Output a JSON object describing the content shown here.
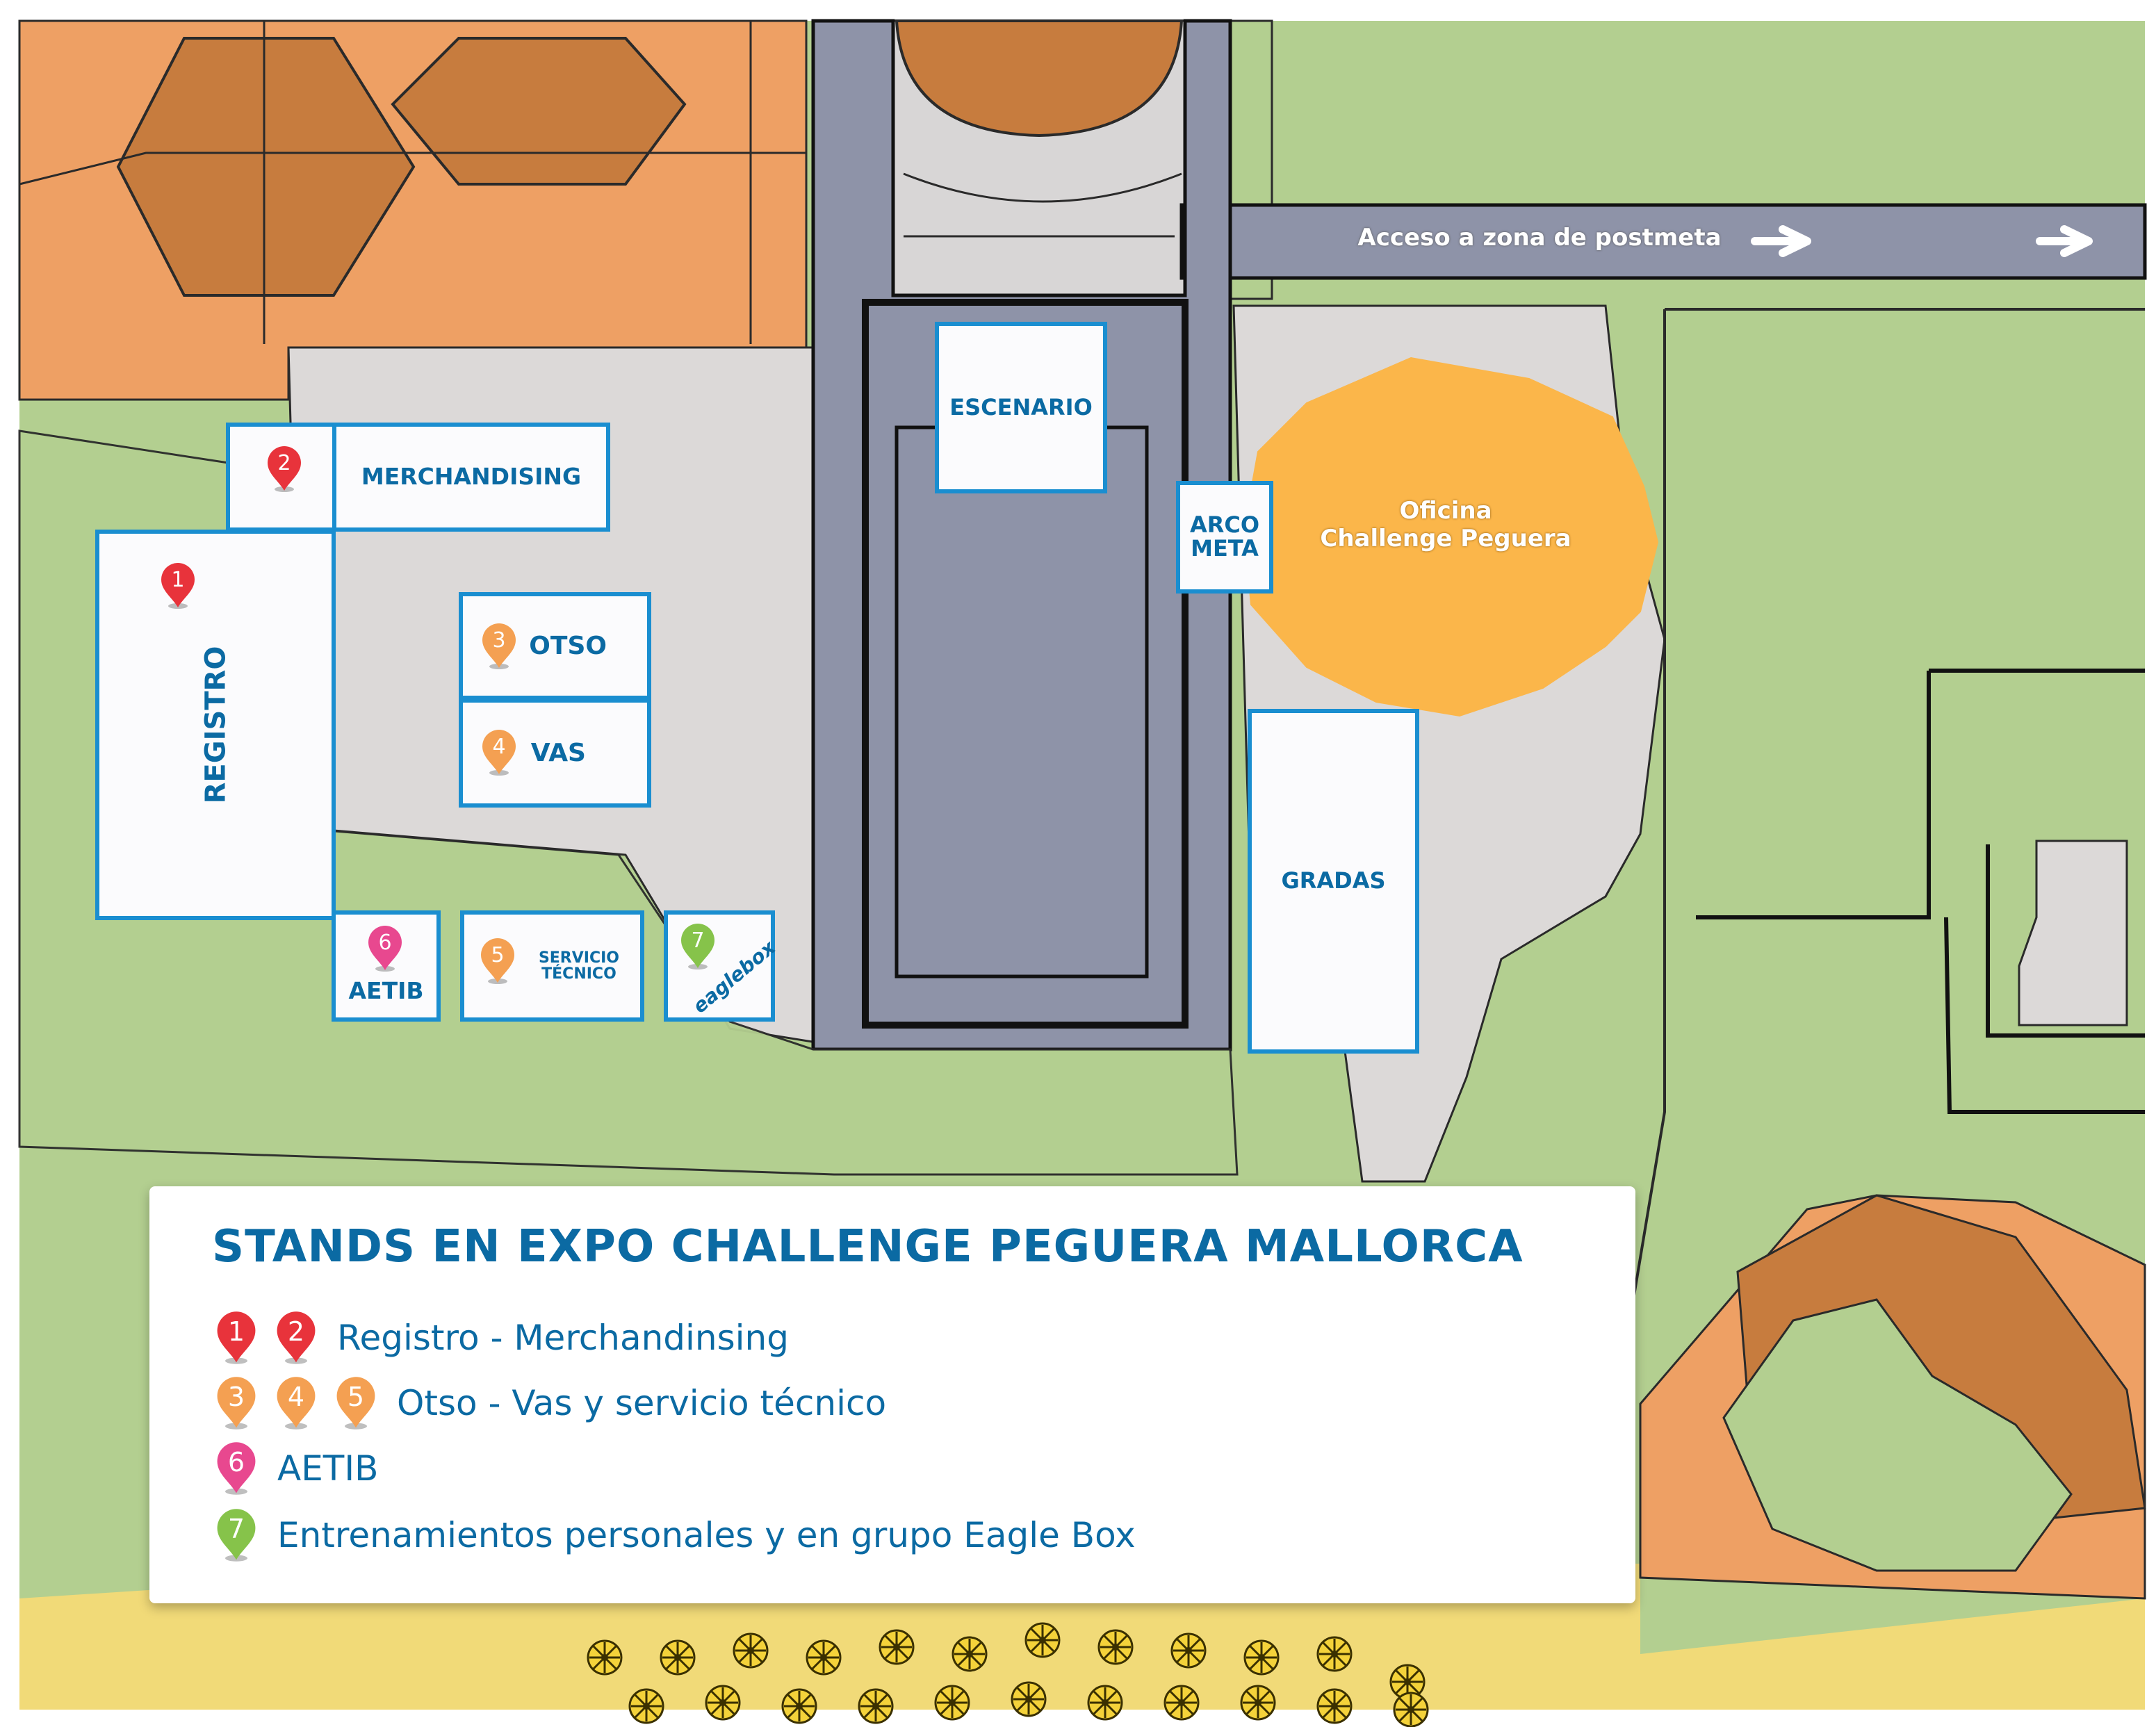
{
  "map": {
    "labels": {
      "access": "Acceso a zona de postmeta",
      "office_line1": "Oficina",
      "office_line2": "Challenge Peguera"
    },
    "stands": {
      "registro": "REGISTRO",
      "merchandising": "MERCHANDISING",
      "otso": "OTSO",
      "vas": "VAS",
      "aetib": "AETIB",
      "servicio_line1": "SERVICIO",
      "servicio_line2": "TÉCNICO",
      "eaglebox": "eaglebox",
      "escenario": "ESCENARIO",
      "arco_line1": "ARCO",
      "arco_line2": "META",
      "gradas": "GRADAS"
    },
    "pins": {
      "p1": "1",
      "p2": "2",
      "p3": "3",
      "p4": "4",
      "p5": "5",
      "p6": "6",
      "p7": "7"
    },
    "colors": {
      "pin_red": "#e8333b",
      "pin_orange": "#f4a052",
      "pin_pink": "#e8488f",
      "pin_green": "#86c34a",
      "stand_border": "#1a8ed0",
      "stand_text": "#0b6aa3",
      "office": "#fbb64a",
      "track": "#8e93a8"
    }
  },
  "legend": {
    "title": "STANDS EN EXPO CHALLENGE PEGUERA MALLORCA",
    "rows": [
      {
        "pins": [
          "1",
          "2"
        ],
        "text": "Registro - Merchandinsing"
      },
      {
        "pins": [
          "3",
          "4",
          "5"
        ],
        "text": "Otso - Vas y servicio técnico"
      },
      {
        "pins": [
          "6"
        ],
        "text": "AETIB"
      },
      {
        "pins": [
          "7"
        ],
        "text": "Entrenamientos personales y en grupo Eagle Box"
      }
    ]
  }
}
